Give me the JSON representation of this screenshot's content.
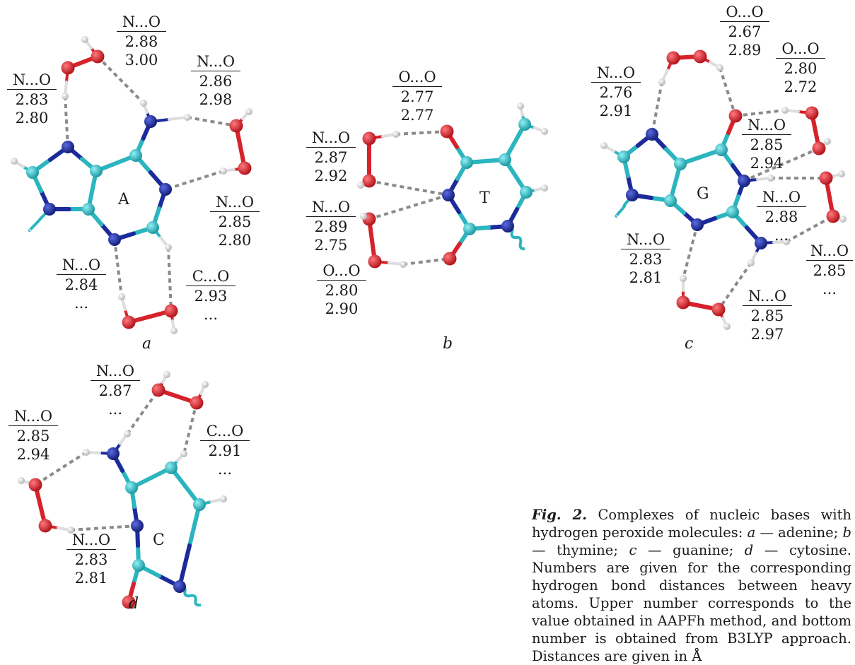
{
  "panels": {
    "a": {
      "letter": "a",
      "base": "A",
      "labels": [
        {
          "title": "N...O",
          "upper": "2.88",
          "lower": "3.00"
        },
        {
          "title": "N...O",
          "upper": "2.83",
          "lower": "2.80"
        },
        {
          "title": "N...O",
          "upper": "2.86",
          "lower": "2.98"
        },
        {
          "title": "N...O",
          "upper": "2.85",
          "lower": "2.80"
        },
        {
          "title": "N...O",
          "upper": "2.84",
          "lower": "..."
        },
        {
          "title": "C...O",
          "upper": "2.93",
          "lower": "..."
        }
      ]
    },
    "b": {
      "letter": "b",
      "base": "T",
      "labels": [
        {
          "title": "O...O",
          "upper": "2.77",
          "lower": "2.77"
        },
        {
          "title": "N...O",
          "upper": "2.87",
          "lower": "2.92"
        },
        {
          "title": "N...O",
          "upper": "2.89",
          "lower": "2.75"
        },
        {
          "title": "O...O",
          "upper": "2.80",
          "lower": "2.90"
        }
      ]
    },
    "c": {
      "letter": "c",
      "base": "G",
      "labels": [
        {
          "title": "O...O",
          "upper": "2.67",
          "lower": "2.89"
        },
        {
          "title": "O...O",
          "upper": "2.80",
          "lower": "2.72"
        },
        {
          "title": "N...O",
          "upper": "2.76",
          "lower": "2.91"
        },
        {
          "title": "N...O",
          "upper": "2.85",
          "lower": "2.94"
        },
        {
          "title": "N...O",
          "upper": "2.88",
          "lower": "..."
        },
        {
          "title": "N...O",
          "upper": "2.85",
          "lower": "..."
        },
        {
          "title": "N...O",
          "upper": "2.83",
          "lower": "2.81"
        },
        {
          "title": "N...O",
          "upper": "2.85",
          "lower": "2.97"
        }
      ]
    },
    "d": {
      "letter": "d",
      "base": "C",
      "labels": [
        {
          "title": "N...O",
          "upper": "2.87",
          "lower": "..."
        },
        {
          "title": "N...O",
          "upper": "2.85",
          "lower": "2.94"
        },
        {
          "title": "C...O",
          "upper": "2.91",
          "lower": "..."
        },
        {
          "title": "N...O",
          "upper": "2.83",
          "lower": "2.81"
        }
      ]
    }
  },
  "caption": {
    "fig_label": "Fig. 2.",
    "text_1": " Complexes of nucleic bases with hydrogen peroxide molecules: ",
    "a": "a",
    "text_a": " — adenine; ",
    "b": "b",
    "text_b": " — thymine; ",
    "c": "c",
    "text_c": " — guanine; ",
    "d": "d",
    "text_d": " — cytosine. Numbers are given for the corresponding hydrogen bond distances between heavy atoms. Upper number corresponds to the value obtained in AAPFh method, and bottom number is obtained from B3LYP approach. Distances are given in Å"
  },
  "colors": {
    "carbon": "#2bb5bf",
    "nitrogen": "#1c2a9c",
    "oxygen": "#d6222a",
    "hydrogen": "#eeeeee",
    "hbond": "#8a8a8a"
  }
}
